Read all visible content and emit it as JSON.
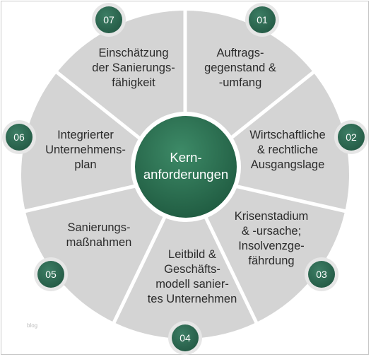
{
  "center": {
    "lines": [
      "Kern-",
      "anforderungen"
    ]
  },
  "segments": [
    {
      "number": "01",
      "lines": [
        "Auftrags-",
        "gegenstand &",
        "-umfang"
      ]
    },
    {
      "number": "02",
      "lines": [
        "Wirtschaftliche",
        "& rechtliche",
        "Ausgangslage"
      ]
    },
    {
      "number": "03",
      "lines": [
        "Krisenstadium",
        "& -ursache;",
        "Insolvenzge-",
        "fährdung"
      ]
    },
    {
      "number": "04",
      "lines": [
        "Leitbild &",
        "Geschäfts-",
        "modell sanier-",
        "tes Unternehmen"
      ]
    },
    {
      "number": "05",
      "lines": [
        "Sanierungs-",
        "maßnahmen"
      ]
    },
    {
      "number": "06",
      "lines": [
        "Integrierter",
        "Unternehmens-",
        "plan"
      ]
    },
    {
      "number": "07",
      "lines": [
        "Einschätzung",
        "der Sanierungs-",
        "fähigkeit"
      ]
    }
  ],
  "watermark": "blog",
  "colors": {
    "wheel": "#d4d4d4",
    "divider": "#ffffff",
    "hub": "#2d6a4f",
    "hub_ring": "#ffffff",
    "badge": "#2f6b55",
    "badge_ring": "#e6e6e6",
    "text": "#2b2b2b"
  }
}
